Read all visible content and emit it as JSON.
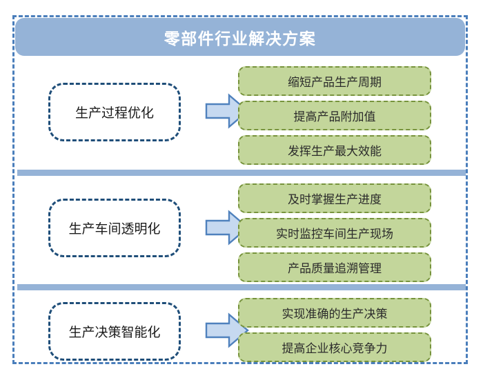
{
  "title": "零部件行业解决方案",
  "colors": {
    "banner_blue": "#95b3d7",
    "frame_dashed_blue": "#4a7ebb",
    "category_border_blue": "#1f4e79",
    "arrow_fill": "#c6d9f0",
    "arrow_stroke": "#4f81bd",
    "benefit_fill": "#c3d69b",
    "benefit_border": "#77933c",
    "divider_blue": "#95b3d7"
  },
  "sections": [
    {
      "category": "生产过程优化",
      "arrow_icon": "right-arrow-icon",
      "benefits": [
        "缩短产品生产周期",
        "提高产品附加值",
        "发挥生产最大效能"
      ]
    },
    {
      "category": "生产车间透明化",
      "arrow_icon": "right-arrow-icon",
      "benefits": [
        "及时掌握生产进度",
        "实时监控车间生产现场",
        "产品质量追溯管理"
      ]
    },
    {
      "category": "生产决策智能化",
      "arrow_icon": "right-arrow-icon",
      "benefits": [
        "实现准确的生产决策",
        "提高企业核心竞争力"
      ]
    }
  ]
}
